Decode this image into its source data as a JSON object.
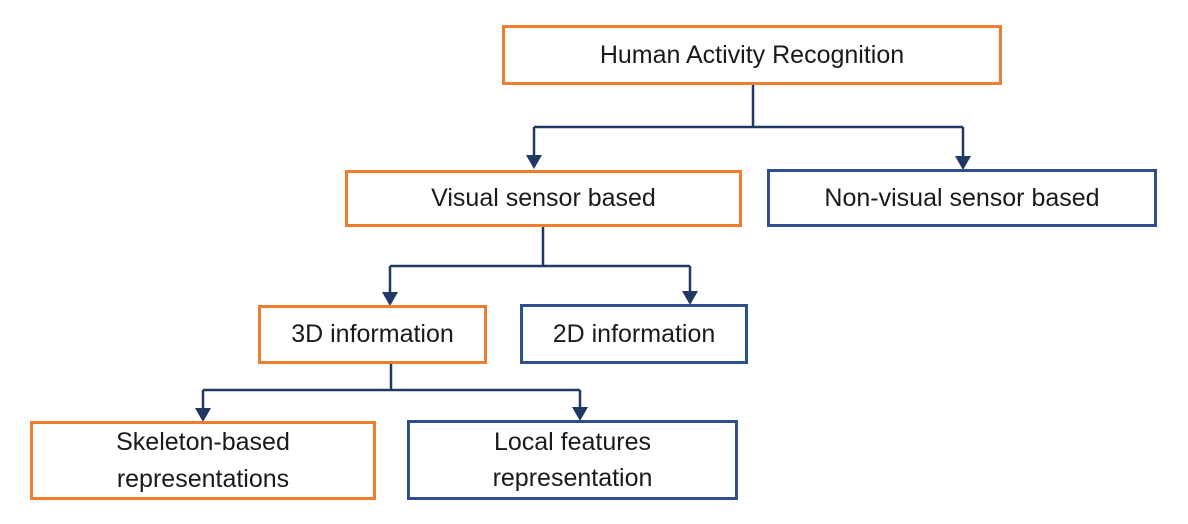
{
  "diagram": {
    "type": "flowchart-tree",
    "nodes": {
      "har": {
        "label": "Human Activity Recognition",
        "style": "orange"
      },
      "visual": {
        "label": "Visual sensor based",
        "style": "orange"
      },
      "nonvisual": {
        "label": "Non-visual sensor based",
        "style": "navy"
      },
      "info3d": {
        "label": "3D information",
        "style": "orange"
      },
      "info2d": {
        "label": "2D information",
        "style": "navy"
      },
      "skeleton": {
        "label": "Skeleton-based\nrepresentations",
        "style": "orange"
      },
      "localfeat": {
        "label": "Local features\nrepresentation",
        "style": "navy"
      }
    },
    "edges": [
      {
        "from": "har",
        "to": "visual"
      },
      {
        "from": "har",
        "to": "nonvisual"
      },
      {
        "from": "visual",
        "to": "info3d"
      },
      {
        "from": "visual",
        "to": "info2d"
      },
      {
        "from": "info3d",
        "to": "skeleton"
      },
      {
        "from": "info3d",
        "to": "localfeat"
      }
    ]
  },
  "colors": {
    "orange": "#ED7D31",
    "navy": "#2F4E8C",
    "connector": "#1F3864",
    "text": "#1A1A1A",
    "background": "#FFFFFF"
  }
}
